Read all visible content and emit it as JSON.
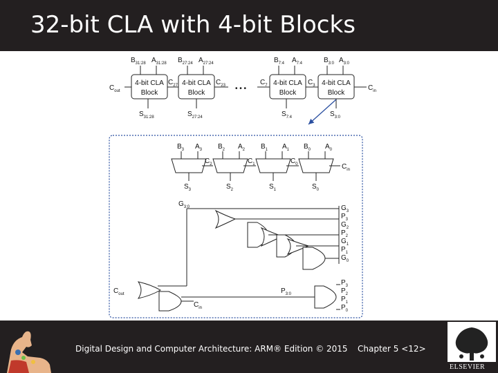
{
  "slide": {
    "title": "32-bit CLA with 4-bit Blocks",
    "footer_left": "Digital Design and Computer Architecture: ARM® Edition © 2015",
    "footer_right": "Chapter 5 <12>",
    "publisher": "ELSEVIER"
  },
  "diagram": {
    "block_label_1": "4-bit CLA",
    "block_label_2": "Block",
    "dots": "• • •",
    "cout": "C",
    "cout_sub": "out",
    "cin": "C",
    "cin_sub": "in",
    "top_inputs": [
      {
        "b": "B",
        "bs": "31:28",
        "a": "A",
        "as": "31:28"
      },
      {
        "b": "B",
        "bs": "27:24",
        "a": "A",
        "as": "27:24"
      },
      {
        "b": "B",
        "bs": "7:4",
        "a": "A",
        "as": "7:4"
      },
      {
        "b": "B",
        "bs": "3:0",
        "a": "A",
        "as": "3:0"
      }
    ],
    "top_sums": [
      {
        "s": "S",
        "ss": "31:28"
      },
      {
        "s": "S",
        "ss": "27:24"
      },
      {
        "s": "S",
        "ss": "7:4"
      },
      {
        "s": "S",
        "ss": "3:0"
      }
    ],
    "carries_top": [
      {
        "c": "C",
        "cs": "27"
      },
      {
        "c": "C",
        "cs": "23"
      },
      {
        "c": "C",
        "cs": "7"
      },
      {
        "c": "C",
        "cs": "3"
      }
    ],
    "detail_inputs": [
      {
        "b": "B",
        "bs": "3",
        "a": "A",
        "as": "3"
      },
      {
        "b": "B",
        "bs": "2",
        "a": "A",
        "as": "2"
      },
      {
        "b": "B",
        "bs": "1",
        "a": "A",
        "as": "1"
      },
      {
        "b": "B",
        "bs": "0",
        "a": "A",
        "as": "0"
      }
    ],
    "detail_sums": [
      {
        "s": "S",
        "ss": "3"
      },
      {
        "s": "S",
        "ss": "2"
      },
      {
        "s": "S",
        "ss": "1"
      },
      {
        "s": "S",
        "ss": "0"
      }
    ],
    "detail_carries": [
      {
        "c": "C",
        "cs": "2"
      },
      {
        "c": "C",
        "cs": "1"
      },
      {
        "c": "C",
        "cs": "0"
      }
    ],
    "g_label": "G",
    "g_sub": "3:0",
    "p_label": "P",
    "p_sub": "3:0",
    "gp_signals": [
      {
        "n": "G",
        "s": "3"
      },
      {
        "n": "P",
        "s": "3"
      },
      {
        "n": "G",
        "s": "2"
      },
      {
        "n": "P",
        "s": "2"
      },
      {
        "n": "G",
        "s": "1"
      },
      {
        "n": "P",
        "s": "1"
      },
      {
        "n": "G",
        "s": "0"
      }
    ],
    "p_signals": [
      {
        "n": "P",
        "s": "3"
      },
      {
        "n": "P",
        "s": "2"
      },
      {
        "n": "P",
        "s": "1"
      },
      {
        "n": "P",
        "s": "0"
      }
    ]
  }
}
